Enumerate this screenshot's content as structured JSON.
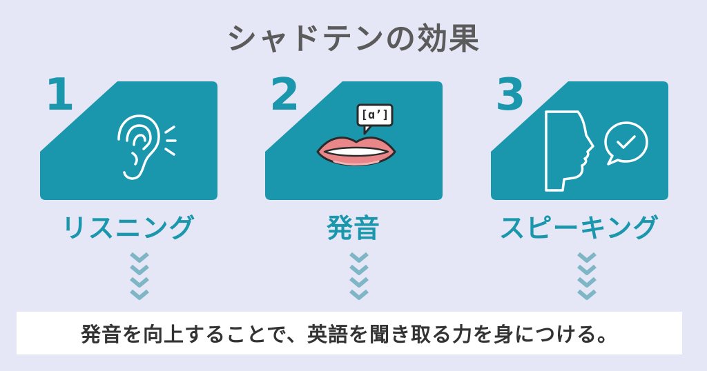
{
  "title": "シャドテンの効果",
  "colors": {
    "accent": "#1a97ac",
    "background": "#e6e7f6",
    "title": "#5b5b5b",
    "chevron": "#7fb6c6"
  },
  "cards": [
    {
      "number": "1",
      "label": "リスニング",
      "icon": "ear-icon"
    },
    {
      "number": "2",
      "label": "発音",
      "icon": "lips-icon",
      "bubble_text": "[ɑ’]"
    },
    {
      "number": "3",
      "label": "スピーキング",
      "icon": "speaking-face-icon"
    }
  ],
  "caption": "発音を向上することで、英語を聞き取る力を身につける。"
}
